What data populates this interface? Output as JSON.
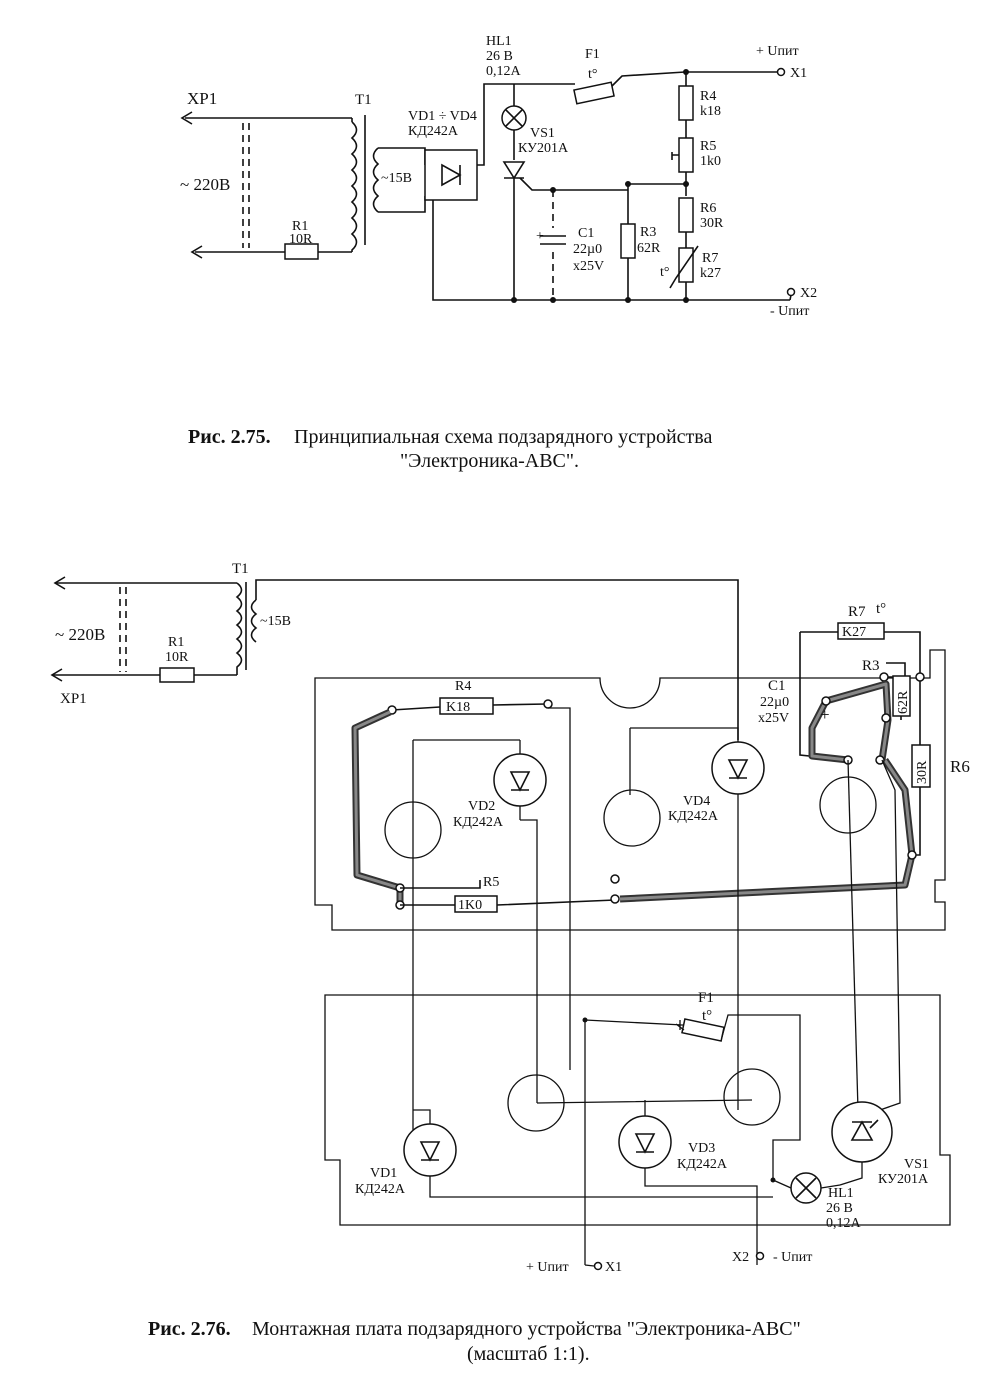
{
  "schematic": {
    "xp1": "XP1",
    "t1": "T1",
    "mains": "~ 220В",
    "r1_name": "R1",
    "r1_value": "10R",
    "secondary": "~15В",
    "vd_name": "VD1 ÷ VD4",
    "vd_type": "КД242А",
    "hl1_name": "HL1",
    "hl1_v": "26 В",
    "hl1_a": "0,12А",
    "f1_name": "F1",
    "f1_t": "t°",
    "vs1_name": "VS1",
    "vs1_type": "КУ201А",
    "c1_name": "C1",
    "c1_cap": "22µ0",
    "c1_v": "x25V",
    "c1_plus": "+",
    "r3_name": "R3",
    "r3_value": "62R",
    "r4_name": "R4",
    "r4_value": "k18",
    "r5_name": "R5",
    "r5_value": "1k0",
    "r6_name": "R6",
    "r6_value": "30R",
    "r7_name": "R7",
    "r7_value": "k27",
    "r7_t": "t°",
    "plus_u": "+ Uпит",
    "x1": "X1",
    "x2": "X2",
    "minus_u": "- Uпит"
  },
  "caption1": {
    "bold": "Рис. 2.75.",
    "line1": "Принципиальная схема подзарядного устройства",
    "line2": "\"Электроника-АВС\"."
  },
  "board": {
    "t1": "T1",
    "secondary": "~15В",
    "mains": "~ 220В",
    "r1_name": "R1",
    "r1_value": "10R",
    "xp1": "XP1",
    "r4_name": "R4",
    "r4_value": "K18",
    "r5_name": "R5",
    "r5_value": "1K0",
    "r7_name": "R7",
    "r7_t": "t°",
    "r7_value": "K27",
    "r3_name": "R3",
    "r3_value": "62R",
    "r6_name": "R6",
    "r6_value": "30R",
    "c1_name": "C1",
    "c1_cap": "22µ0",
    "c1_v": "x25V",
    "c1_plus": "+",
    "vd2_name": "VD2",
    "vd2_type": "КД242А",
    "vd4_name": "VD4",
    "vd4_type": "КД242А",
    "f1_name": "F1",
    "f1_t": "t°",
    "vd1_name": "VD1",
    "vd1_type": "КД242А",
    "vd3_name": "VD3",
    "vd3_type": "КД242А",
    "hl1_name": "HL1",
    "hl1_v": "26 В",
    "hl1_a": "0,12А",
    "vs1_name": "VS1",
    "vs1_type": "КУ201А",
    "plus_u": "+ Uпит",
    "x1": "X1",
    "x2": "X2",
    "minus_u": "- Uпит"
  },
  "caption2": {
    "bold": "Рис. 2.76.",
    "line1": "Монтажная плата подзарядного устройства \"Электроника-АВС\"",
    "line2": "(масштаб 1:1)."
  }
}
